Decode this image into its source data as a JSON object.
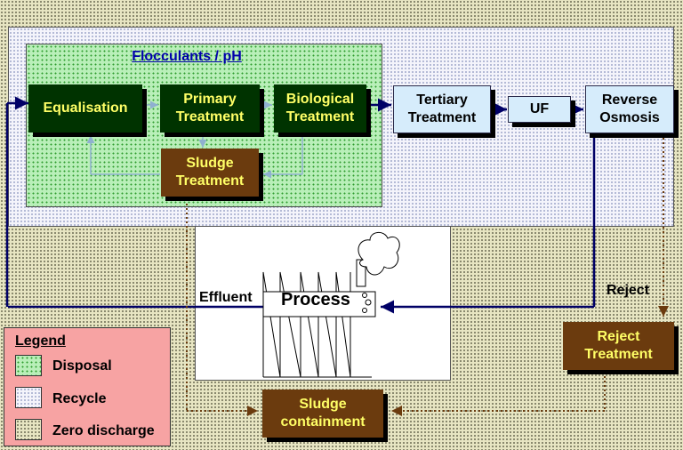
{
  "title": "Flocculants / pH",
  "units": {
    "equalisation": "Equalisation",
    "primary": "Primary\nTreatment",
    "biological": "Biological\nTreatment",
    "sludge": "Sludge\nTreatment",
    "tertiary": "Tertiary\nTreatment",
    "uf": "UF",
    "ro": "Reverse\nOsmosis",
    "reject_treatment": "Reject\nTreatment",
    "sludge_containment": "Sludge\ncontainment"
  },
  "labels": {
    "process": "Process",
    "effluent": "Effluent",
    "reject": "Reject"
  },
  "legend": {
    "title": "Legend",
    "items": [
      {
        "label": "Disposal",
        "pattern": "disposal"
      },
      {
        "label": "Recycle",
        "pattern": "recycle"
      },
      {
        "label": "Zero discharge",
        "pattern": "zero-discharge"
      }
    ]
  },
  "colors": {
    "dark_box": "#003300",
    "brown_box": "#6b3b0e",
    "light_box": "#d6ecfb",
    "box_text": "#ffff66",
    "flow_line": "#000066",
    "sludge_line": "#6b3b0e",
    "legend_bg": "#f7a3a3"
  }
}
